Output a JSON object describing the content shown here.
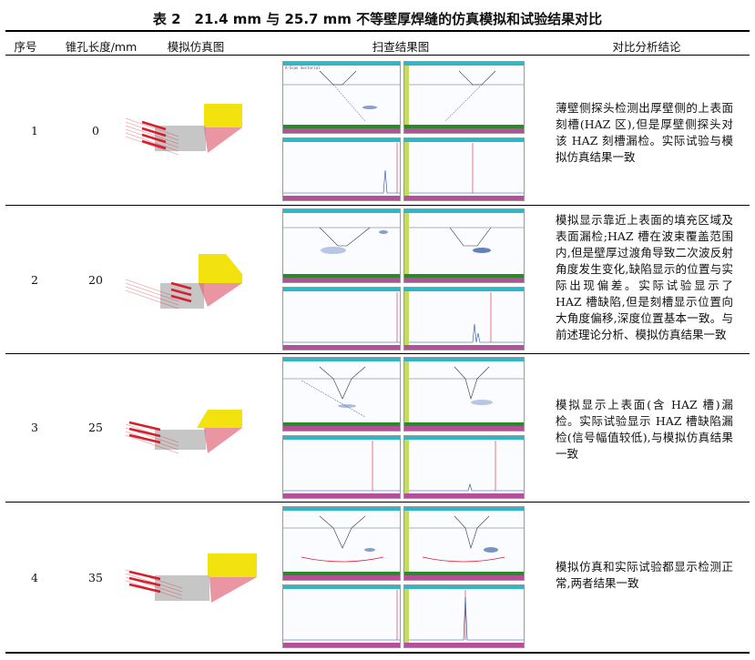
{
  "title": "表 2　21.4 mm 与 25.7 mm 不等壁厚焊缝的仿真模拟和试验结果对比",
  "headers": {
    "index": "序号",
    "hole_length": "锥孔长度/mm",
    "simulation": "模拟仿真图",
    "scan": "扫查结果图",
    "conclusion": "对比分析结论"
  },
  "rows": [
    {
      "index": "1",
      "hole_length": "0",
      "conclusion": "薄壁侧探头检测出厚壁侧的上表面刻槽(HAZ 区),但是厚壁侧探头对该 HAZ 刻槽漏检。实际试验与模拟仿真结果一致"
    },
    {
      "index": "2",
      "hole_length": "20",
      "conclusion": "模拟显示靠近上表面的填充区域及表面漏检;HAZ 槽在波束覆盖范围内,但是壁厚过渡角导致二次波反射角度发生变化,缺陷显示的位置与实际出现偏差。实际试验显示了 HAZ 槽缺陷,但是刻槽显示位置向大角度偏移,深度位置基本一致。与前述理论分析、模拟仿真结果一致"
    },
    {
      "index": "3",
      "hole_length": "25",
      "conclusion": "模拟显示上表面(含 HAZ 槽)漏检。实际试验显示 HAZ 槽缺陷漏检(信号幅值较低),与模拟仿真结果一致"
    },
    {
      "index": "4",
      "hole_length": "35",
      "conclusion": "模拟仿真和实际试验都显示检测正常,两者结果一致"
    }
  ],
  "colors": {
    "yellow_block": "#f2e20e",
    "beam_red": "#d81e2a",
    "gray_block": "#a8a8a8",
    "panel_header": "#2fb7c7",
    "panel_green": "#2a8a2a",
    "panel_magenta": "#b44f9a",
    "panel_sidebar": "#c5dc62"
  }
}
